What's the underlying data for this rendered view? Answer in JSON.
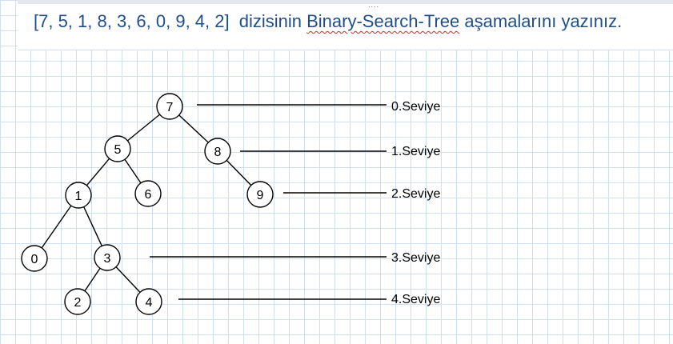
{
  "title": {
    "array": "[7, 5, 1, 8, 3, 6, 0, 9, 4, 2]",
    "before": "dizisinin",
    "term": "Binary-Search-Tree",
    "after": "aşamalarını yazınız.",
    "dots": "...."
  },
  "tree": {
    "nodes": [
      {
        "id": "n7",
        "label": "7"
      },
      {
        "id": "n5",
        "label": "5"
      },
      {
        "id": "n8",
        "label": "8"
      },
      {
        "id": "n1",
        "label": "1"
      },
      {
        "id": "n6",
        "label": "6"
      },
      {
        "id": "n9",
        "label": "9"
      },
      {
        "id": "n0",
        "label": "0"
      },
      {
        "id": "n3",
        "label": "3"
      },
      {
        "id": "n2",
        "label": "2"
      },
      {
        "id": "n4",
        "label": "4"
      }
    ],
    "edges": [
      [
        "n7",
        "n5"
      ],
      [
        "n7",
        "n8"
      ],
      [
        "n5",
        "n1"
      ],
      [
        "n5",
        "n6"
      ],
      [
        "n8",
        "n9"
      ],
      [
        "n1",
        "n0"
      ],
      [
        "n1",
        "n3"
      ],
      [
        "n3",
        "n2"
      ],
      [
        "n3",
        "n4"
      ]
    ]
  },
  "levels": [
    {
      "label": "0.Seviye"
    },
    {
      "label": "1.Seviye"
    },
    {
      "label": "2.Seviye"
    },
    {
      "label": "3.Seviye"
    },
    {
      "label": "4.Seviye"
    }
  ]
}
